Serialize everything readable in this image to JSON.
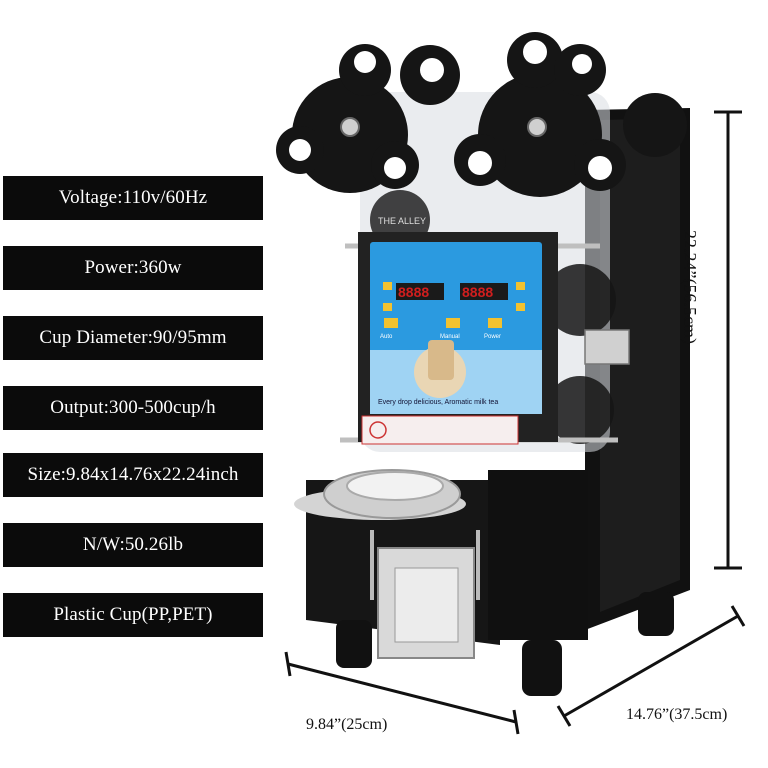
{
  "specs": [
    "Voltage:110v/60Hz",
    "Power:360w",
    "Cup Diameter:90/95mm",
    "Output:300-500cup/h",
    "Size:9.84x14.76x22.24inch",
    "N/W:50.26lb",
    "Plastic Cup(PP,PET)"
  ],
  "dimensions": {
    "height": "22.24”(56.5cm)",
    "width": "9.84”(25cm)",
    "depth": "14.76”(37.5cm)"
  },
  "machine": {
    "panel_caption": "Every drop delicious, Aromatic milk tea",
    "panel_buttons": [
      "Auto",
      "Manual",
      "Power"
    ],
    "film_brand": "THE ALLEY"
  },
  "colors": {
    "body": "#1a1a1a",
    "panel": "#2b9ae0",
    "display": "#d11e1e",
    "label_bg": "#0b0b0b"
  }
}
